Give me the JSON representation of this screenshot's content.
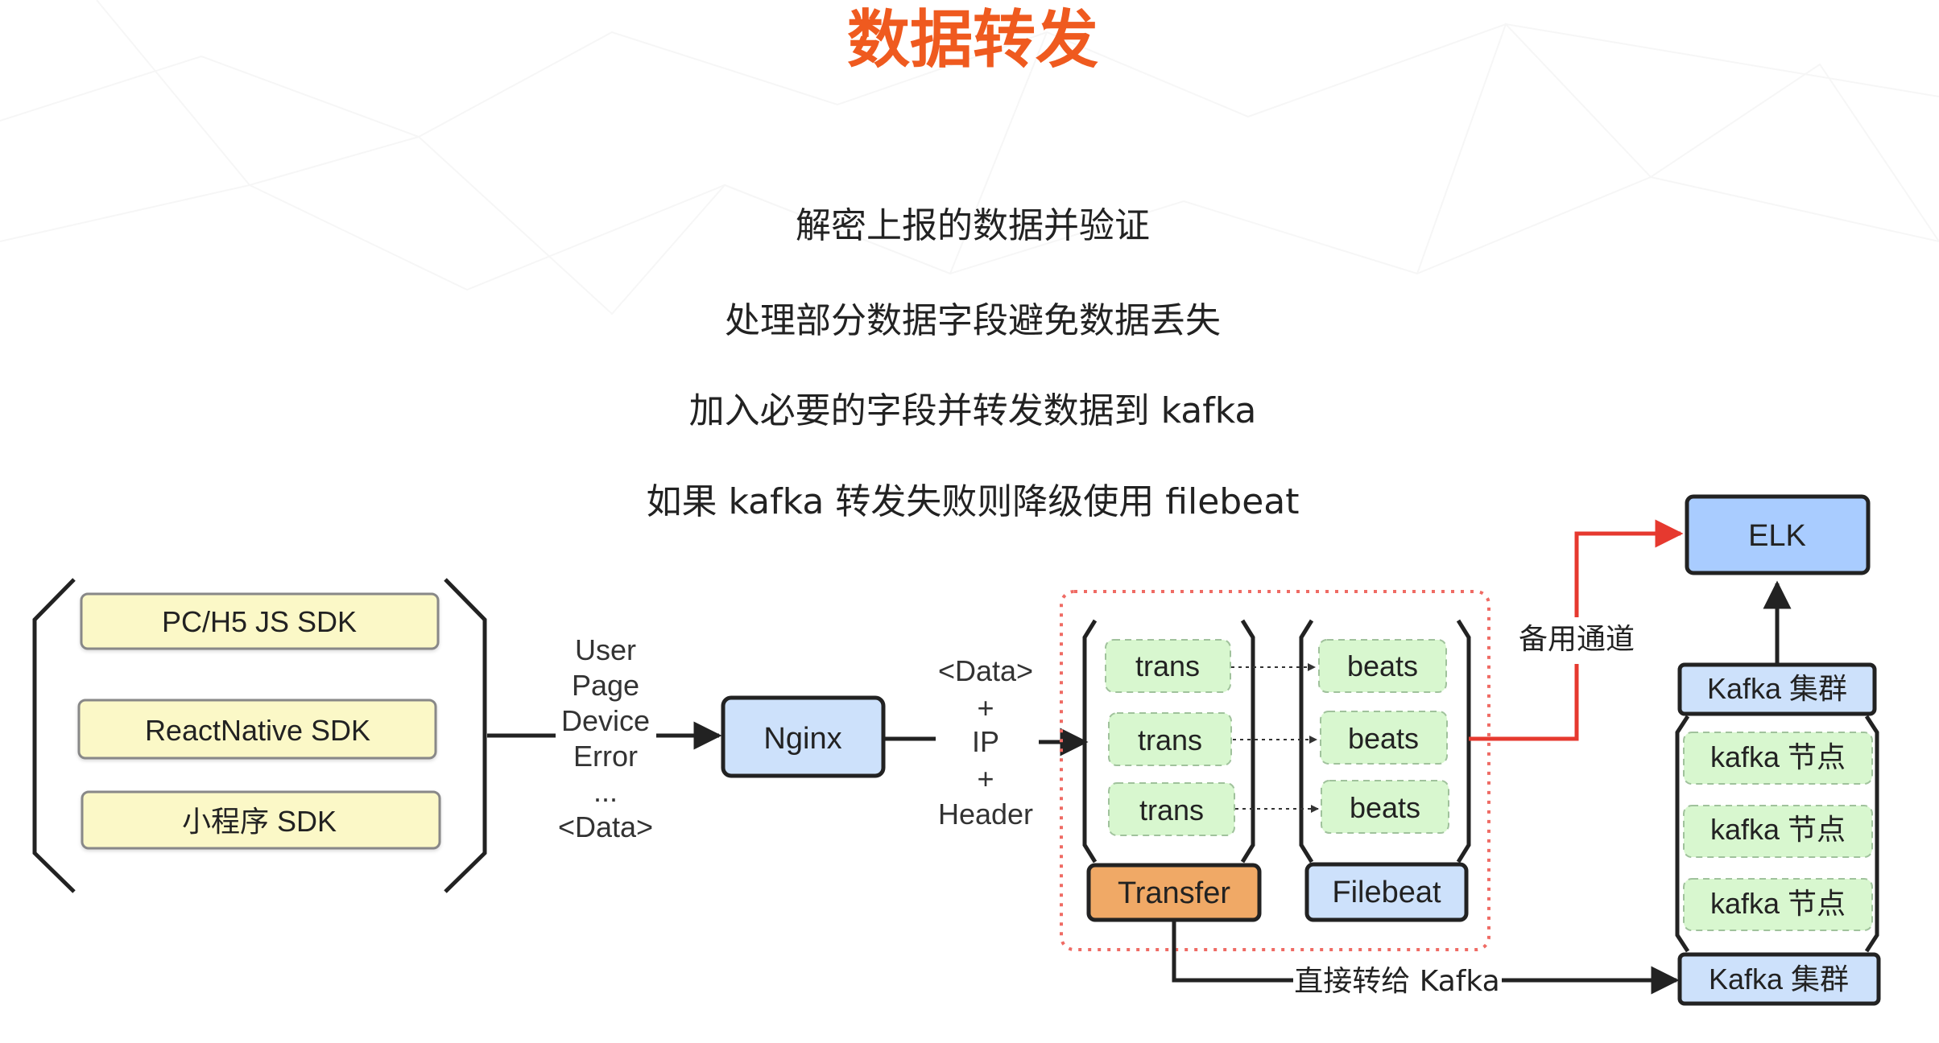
{
  "title": "数据转发",
  "bullets": [
    "解密上报的数据并验证",
    "处理部分数据字段避免数据丢失",
    "加入必要的字段并转发数据到 kafka",
    "如果 kafka 转发失败则降级使用 filebeat"
  ],
  "sdk_boxes": [
    "PC/H5 JS SDK",
    "ReactNative  SDK",
    "小程序  SDK"
  ],
  "sdk_output_label": [
    "User",
    "Page",
    "Device",
    "Error",
    "...",
    "<Data>"
  ],
  "nginx": "Nginx",
  "nginx_output_label": [
    "<Data>",
    "+",
    "IP",
    "+",
    "Header"
  ],
  "trans_items": [
    "trans",
    "trans",
    "trans"
  ],
  "beats_items": [
    "beats",
    "beats",
    "beats"
  ],
  "transfer": "Transfer",
  "filebeat": "Filebeat",
  "backup_channel": "备用通道",
  "elk": "ELK",
  "kafka_cluster_top": "Kafka 集群",
  "kafka_nodes": [
    "kafka 节点",
    "kafka 节点",
    "kafka 节点"
  ],
  "kafka_cluster_bottom": "Kafka 集群",
  "direct_label": "直接转给 Kafka",
  "colors": {
    "title": "#ef5a1f",
    "sdk_fill": "#fbf8c7",
    "nginx_fill": "#cde1fb",
    "trans_fill": "#d8f7cf",
    "transfer_fill": "#f0a966",
    "filebeat_fill": "#cde1fb",
    "elk_fill": "#a9ccff",
    "kafka_header_fill": "#cde1fb",
    "kafka_node_fill": "#d8f7cf",
    "red_line": "#e6392f",
    "dotted_border": "#ef6b64"
  }
}
